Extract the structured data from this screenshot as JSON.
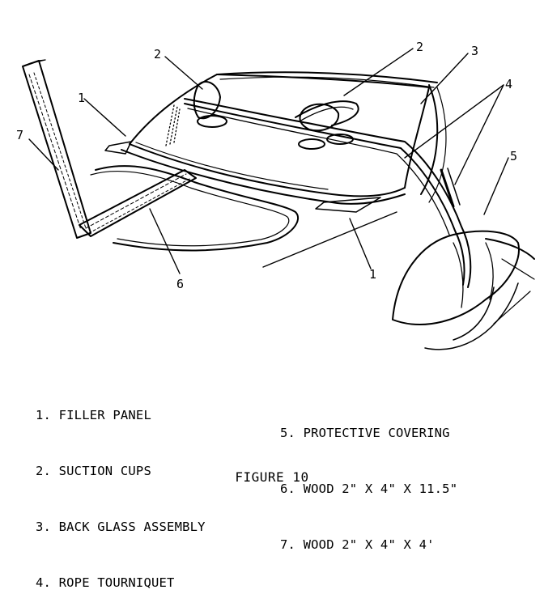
{
  "figure": {
    "callouts": {
      "c1a": "1",
      "c1b": "1",
      "c2a": "2",
      "c2b": "2",
      "c3": "3",
      "c4": "4",
      "c5": "5",
      "c6": "6",
      "c7": "7"
    }
  },
  "legend": {
    "left": [
      "1. FILLER PANEL",
      "2. SUCTION CUPS",
      "3. BACK GLASS ASSEMBLY",
      "4. ROPE TOURNIQUET"
    ],
    "right": [
      "5. PROTECTIVE COVERING",
      "6. WOOD 2\" X 4\" X 11.5\"",
      "7. WOOD 2\" X 4\" X 4'"
    ]
  },
  "caption": "FIGURE 10"
}
